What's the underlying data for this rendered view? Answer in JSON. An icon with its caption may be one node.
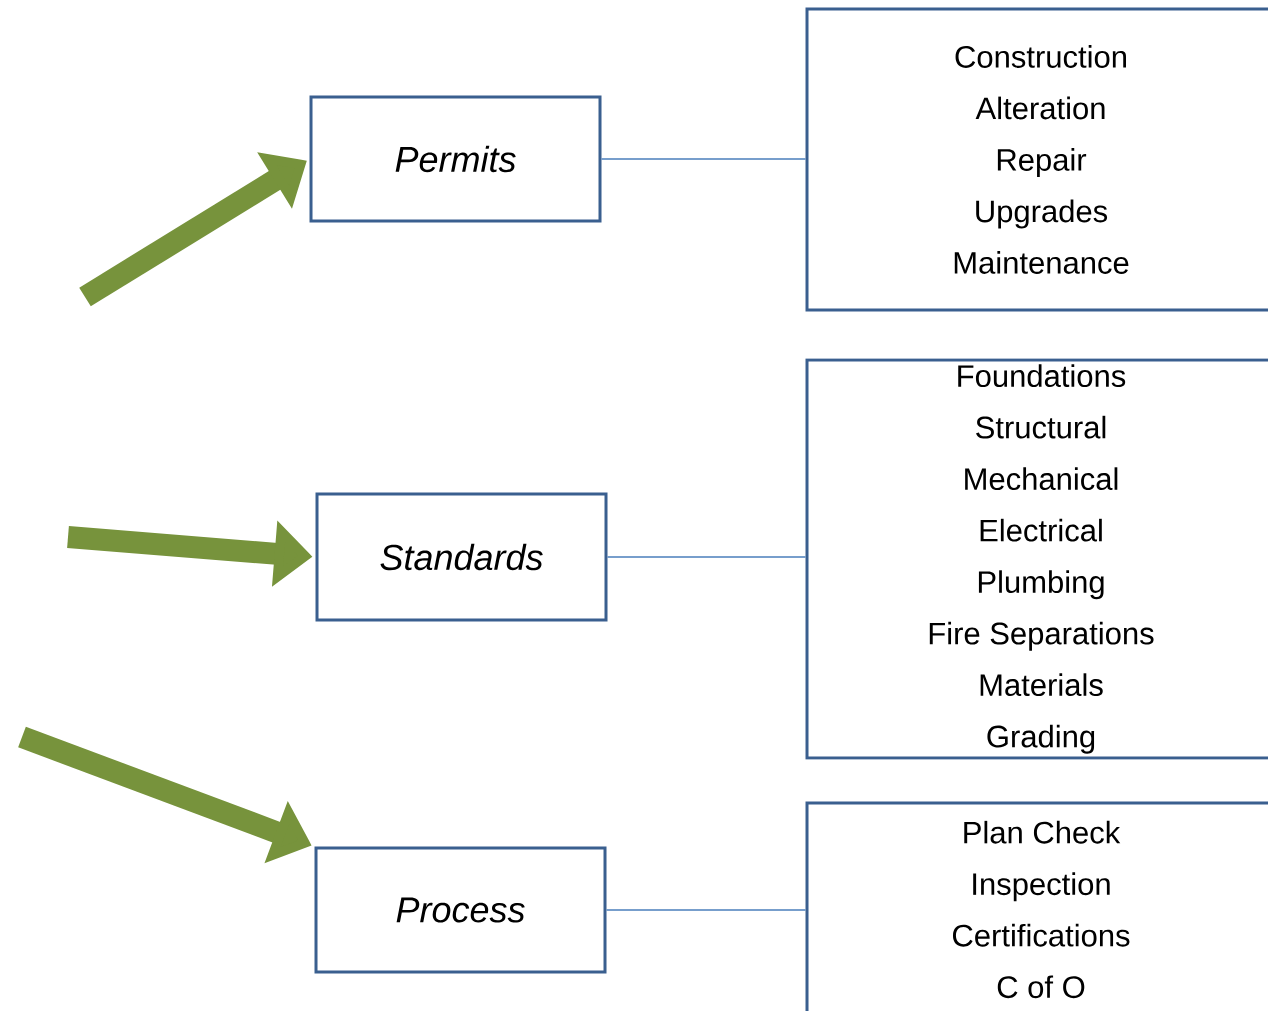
{
  "diagram": {
    "nodes": [
      {
        "text": [
          "Permits"
        ]
      },
      {
        "text": [
          "Construction",
          "Alteration",
          "Repair",
          "Upgrades",
          "Maintenance"
        ]
      },
      {
        "text": [
          "Standards"
        ]
      },
      {
        "text": [
          "Foundations",
          "Structural",
          "Mechanical",
          "Electrical",
          "Plumbing",
          "Fire Separations",
          "Materials",
          "Grading"
        ]
      },
      {
        "text": [
          "Process"
        ]
      },
      {
        "text": [
          "Plan Check",
          "Inspection",
          "Certifications",
          "C of O"
        ]
      }
    ],
    "edges": [
      {
        "from": 0,
        "to": 1,
        "arrow": "none"
      },
      {
        "from": 2,
        "to": 3,
        "arrow": "none"
      },
      {
        "from": 4,
        "to": 5,
        "arrow": "none"
      },
      {
        "from": null,
        "to": 0,
        "arrow": "to",
        "style": "thick",
        "color": "#77933c"
      },
      {
        "from": null,
        "to": 2,
        "arrow": "to",
        "style": "thick",
        "color": "#77933c"
      },
      {
        "from": null,
        "to": 4,
        "arrow": "to",
        "style": "thick",
        "color": "#77933c"
      }
    ]
  }
}
